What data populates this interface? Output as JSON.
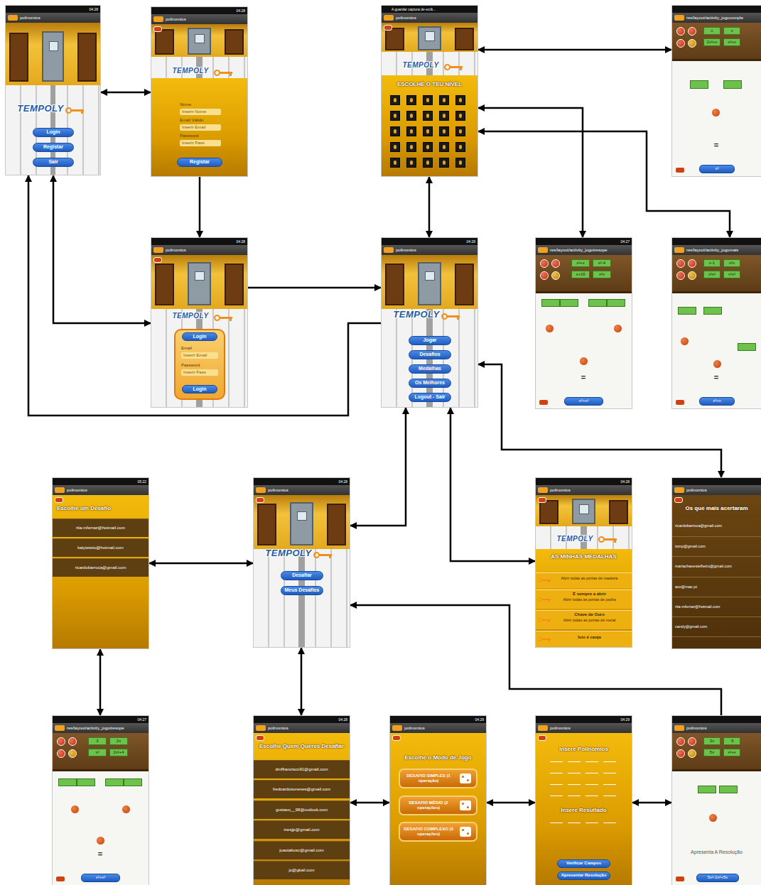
{
  "diagram": {
    "nodes": [
      {
        "text": [
          "04:28",
          "polinomios",
          "TEMPOLY",
          "Login",
          "Registar",
          "Sair"
        ]
      },
      {
        "text": [
          "04:28",
          "polinomios",
          "TEMPOLY",
          "Nome",
          "Inserir Nome",
          "Email Válido",
          "Inserir Email",
          "Password",
          "Inserir Pass",
          "Registar"
        ]
      },
      {
        "text": [
          "A guardar captura de ecrã...",
          "polinomios",
          "TEMPOLY",
          "ESCOLHE O TEU NÍVEL"
        ]
      },
      {
        "text": [
          "res/layout/activity_jogocomple",
          "x",
          "x",
          "2x²+x",
          "x²+x",
          "=",
          "x²"
        ]
      },
      {
        "text": [
          "04:28",
          "polinomios",
          "TEMPOLY",
          "Login",
          "Email",
          "Inserir Email",
          "Password",
          "Inserir Pass",
          "Login"
        ]
      },
      {
        "text": [
          "04:29",
          "polinomios",
          "TEMPOLY",
          "Jogar",
          "Desafios",
          "Medalhas",
          "Os Melhores",
          "Logout - Sair"
        ]
      },
      {
        "text": [
          "04:27",
          "res/layout/activity_jogotresope",
          "x²+x",
          "x²-4",
          "x+16",
          "x²x",
          "=",
          "x²+x²"
        ]
      },
      {
        "text": [
          "res/layout/activity_jogomais",
          "x-1",
          "x²x",
          "x²x²",
          "x³x²",
          "=",
          "x²+x"
        ]
      },
      {
        "text": [
          "05:22",
          "polinomios",
          "Escolhe um Desafio",
          "rita-mferraz@hotmail.com",
          "katyteteto@hotmail.com",
          "ricardobarroca@gmail.com"
        ]
      },
      {
        "text": [
          "04:28",
          "polinomios",
          "TEMPOLY",
          "Desafiar",
          "Meus Desafios"
        ]
      },
      {
        "text": [
          "04:28",
          "polinomios",
          "TEMPOLY",
          "AS MINHAS MEDALHAS",
          "Abrir todas as portas de madeira",
          "É sempre a abrir",
          "Abrir todas as portas de pedra",
          "Chave de Ouro",
          "Abrir todas as portas de metal",
          "Isto é canja"
        ]
      },
      {
        "text": [
          "polinomios",
          "Os que mais acertaram",
          "ricardobarroca@gmail.com",
          "tomp@gmail.com",
          "mariachavestelheiro@gmail.com",
          "aco@mac.pt",
          "rita-mferraz@hotmail.com",
          "candy@gmail.com"
        ]
      },
      {
        "text": [
          "04:27",
          "res/layout/activity_jogotresope",
          "3",
          "2x",
          "x²",
          "2x²+4",
          "=",
          "x²+x²"
        ]
      },
      {
        "text": [
          "04:28",
          "polinomios",
          "Escolhe Quem Queres Desafiar",
          "dmffrancisco91@gmail.com",
          "fredcardosoneves@gmail.com",
          "gustavo__98@outlook.com",
          "inesjjc@gmail.com",
          "joaotabosc@gmail.com",
          "jo@gkail.com"
        ]
      },
      {
        "text": [
          "04:29",
          "polinomios",
          "Escolhe o Modo de Jogo",
          "DESAFIO SIMPLES (1 operação)",
          "DESAFIO MÉDIO (2 operações)",
          "DESAFIO COMPLEXO (3 operações)"
        ]
      },
      {
        "text": [
          "04:29",
          "polinomios",
          "Insere Polinómios",
          "Insere Resultado",
          "Verificar Campos",
          "Apresentar Resolução"
        ]
      },
      {
        "text": [
          "polinomios",
          "3x",
          "-5",
          "5x",
          "x²+x",
          "Apresenta A Resolução",
          "5x²-2x²+5x"
        ]
      }
    ],
    "edges": [
      {
        "from": 0,
        "to": 1,
        "arrow": "both"
      },
      {
        "from": 1,
        "to": 4,
        "arrow": "to"
      },
      {
        "from": 4,
        "to": 0,
        "arrow": "both"
      },
      {
        "from": 4,
        "to": 5,
        "arrow": "to"
      },
      {
        "from": 5,
        "to": 0,
        "arrow": "to"
      },
      {
        "from": 2,
        "to": 5,
        "arrow": "both"
      },
      {
        "from": 2,
        "to": 3,
        "arrow": "both"
      },
      {
        "from": 2,
        "to": 6,
        "arrow": "both"
      },
      {
        "from": 2,
        "to": 7,
        "arrow": "both"
      },
      {
        "from": 5,
        "to": 11,
        "arrow": "both"
      },
      {
        "from": 5,
        "to": 10,
        "arrow": "both"
      },
      {
        "from": 5,
        "to": 9,
        "arrow": "both"
      },
      {
        "from": 8,
        "to": 9,
        "arrow": "both"
      },
      {
        "from": 8,
        "to": 12,
        "arrow": "both"
      },
      {
        "from": 9,
        "to": 13,
        "arrow": "both"
      },
      {
        "from": 13,
        "to": 14,
        "arrow": "both"
      },
      {
        "from": 14,
        "to": 15,
        "arrow": "both"
      },
      {
        "from": 15,
        "to": 16,
        "arrow": "both"
      },
      {
        "from": 16,
        "to": 9,
        "arrow": "to"
      }
    ]
  }
}
